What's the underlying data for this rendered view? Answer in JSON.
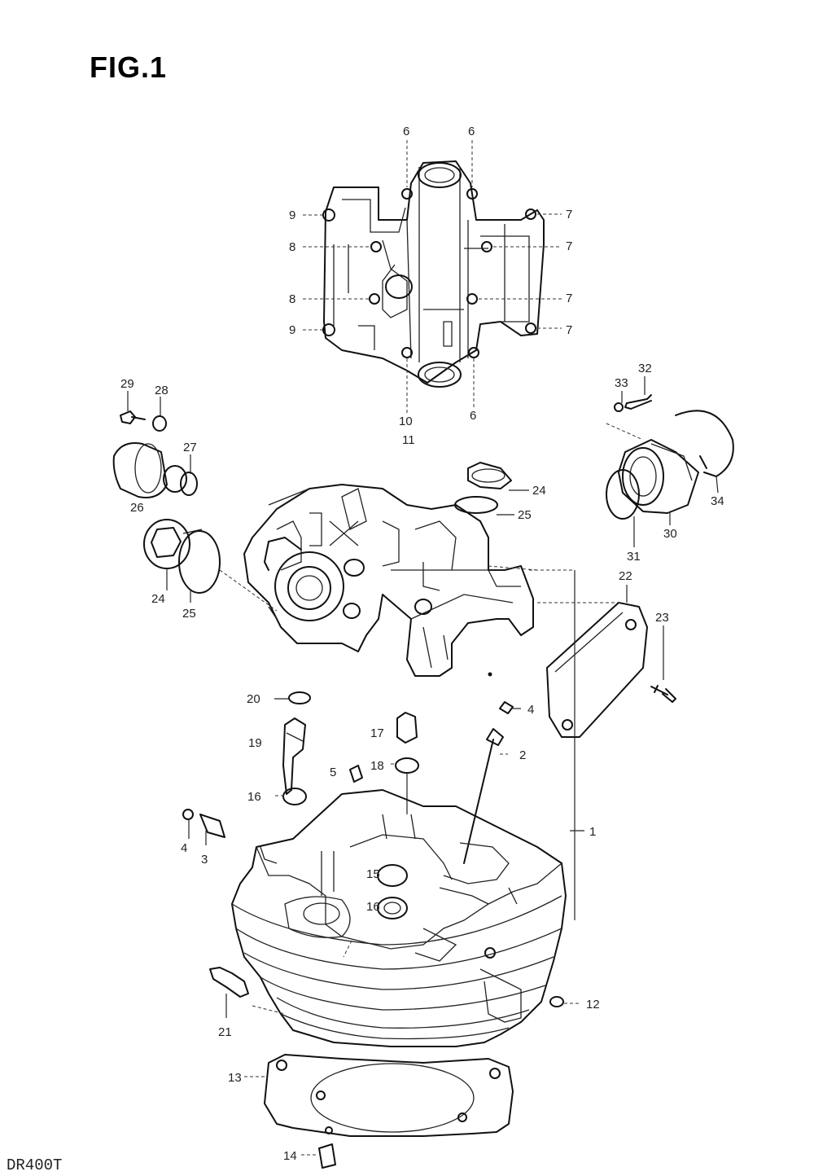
{
  "figure": {
    "title": "FIG.1",
    "model": "DR400T"
  },
  "callouts": [
    {
      "id": "c6a",
      "text": "6"
    },
    {
      "id": "c6b",
      "text": "6"
    },
    {
      "id": "c7a",
      "text": "7"
    },
    {
      "id": "c7b",
      "text": "7"
    },
    {
      "id": "c7c",
      "text": "7"
    },
    {
      "id": "c7d",
      "text": "7"
    },
    {
      "id": "c8a",
      "text": "8"
    },
    {
      "id": "c8b",
      "text": "8"
    },
    {
      "id": "c9a",
      "text": "9"
    },
    {
      "id": "c9b",
      "text": "9"
    },
    {
      "id": "c10",
      "text": "10"
    },
    {
      "id": "c11",
      "text": "11"
    },
    {
      "id": "c6c",
      "text": "6"
    },
    {
      "id": "c29",
      "text": "29"
    },
    {
      "id": "c28",
      "text": "28"
    },
    {
      "id": "c27",
      "text": "27"
    },
    {
      "id": "c26",
      "text": "26"
    },
    {
      "id": "c24a",
      "text": "24"
    },
    {
      "id": "c25a",
      "text": "25"
    },
    {
      "id": "c24b",
      "text": "24"
    },
    {
      "id": "c25b",
      "text": "25"
    },
    {
      "id": "c33",
      "text": "33"
    },
    {
      "id": "c32",
      "text": "32"
    },
    {
      "id": "c34",
      "text": "34"
    },
    {
      "id": "c31",
      "text": "31"
    },
    {
      "id": "c30",
      "text": "30"
    },
    {
      "id": "c22",
      "text": "22"
    },
    {
      "id": "c23",
      "text": "23"
    },
    {
      "id": "c20",
      "text": "20"
    },
    {
      "id": "c19",
      "text": "19"
    },
    {
      "id": "c17",
      "text": "17"
    },
    {
      "id": "c18",
      "text": "18"
    },
    {
      "id": "c5",
      "text": "5"
    },
    {
      "id": "c16a",
      "text": "16"
    },
    {
      "id": "c4a",
      "text": "4"
    },
    {
      "id": "c2",
      "text": "2"
    },
    {
      "id": "c4b",
      "text": "4"
    },
    {
      "id": "c3",
      "text": "3"
    },
    {
      "id": "c1",
      "text": "1"
    },
    {
      "id": "c15",
      "text": "15"
    },
    {
      "id": "c16b",
      "text": "16"
    },
    {
      "id": "c12",
      "text": "12"
    },
    {
      "id": "c21",
      "text": "21"
    },
    {
      "id": "c13",
      "text": "13"
    },
    {
      "id": "c14",
      "text": "14"
    }
  ]
}
